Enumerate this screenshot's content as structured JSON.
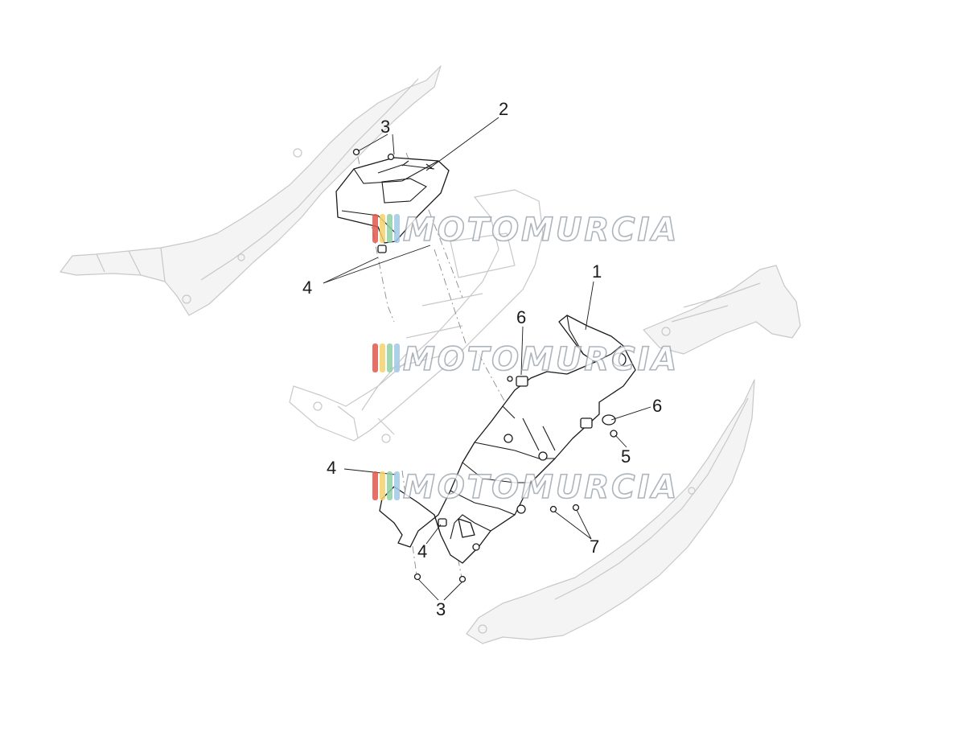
{
  "diagram": {
    "callouts": [
      {
        "id": "c2",
        "label": "2"
      },
      {
        "id": "c3a",
        "label": "3"
      },
      {
        "id": "c4a",
        "label": "4"
      },
      {
        "id": "c1",
        "label": "1"
      },
      {
        "id": "c6a",
        "label": "6"
      },
      {
        "id": "c6b",
        "label": "6"
      },
      {
        "id": "c5",
        "label": "5"
      },
      {
        "id": "c4b",
        "label": "4"
      },
      {
        "id": "c4c",
        "label": "4"
      },
      {
        "id": "c7",
        "label": "7"
      },
      {
        "id": "c3b",
        "label": "3"
      }
    ]
  },
  "watermark": {
    "text": "MOTOMURCIA",
    "stripe_colors": [
      "#e2564b",
      "#f2d26a",
      "#8fd0a6",
      "#9fc8e8"
    ]
  }
}
